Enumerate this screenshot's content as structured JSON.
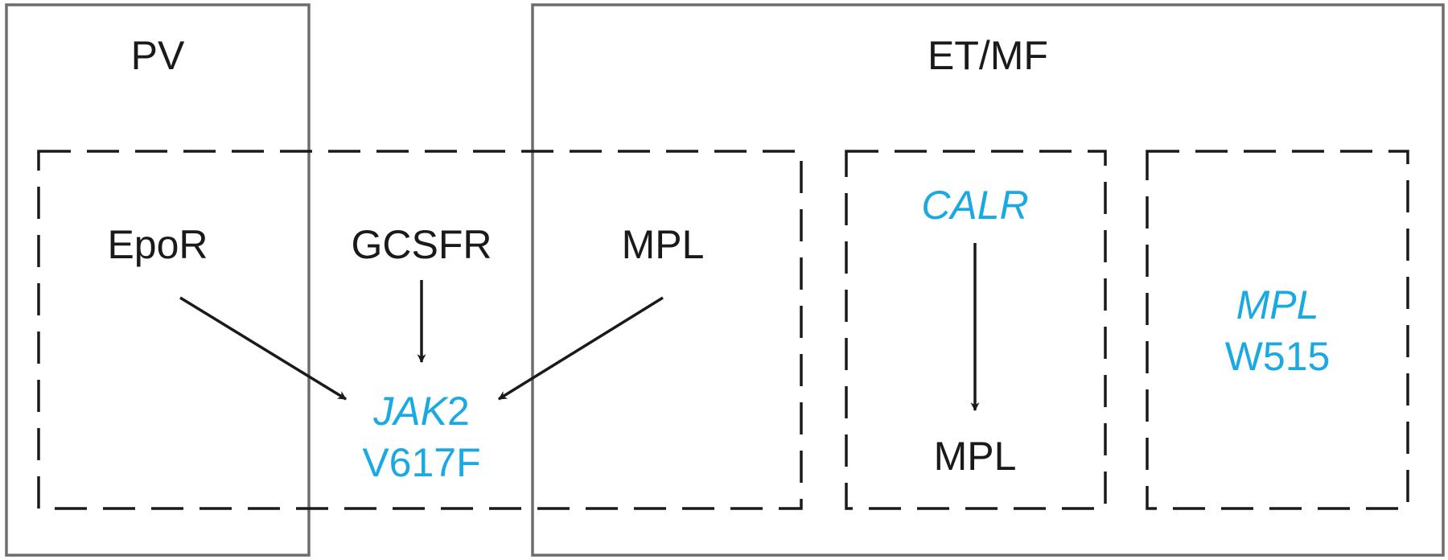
{
  "groups": {
    "pv": {
      "title": "PV"
    },
    "et_mf": {
      "title": "ET/MF"
    }
  },
  "receptors": {
    "epor": "EpoR",
    "gcsfr": "GCSFR",
    "mpl": "MPL"
  },
  "jak2_mutation": {
    "gene": "JAK",
    "gene_suffix": "2",
    "variant": "V617F"
  },
  "calr_panel": {
    "gene": "CALR",
    "target": "MPL"
  },
  "mpl_mutation": {
    "gene": "MPL",
    "variant": "W515"
  },
  "colors": {
    "mutation": "#1aa9e1",
    "text": "#1a1a1a",
    "outer_box": "#6d6d6d",
    "dashed_box": "#1a1a1a"
  }
}
